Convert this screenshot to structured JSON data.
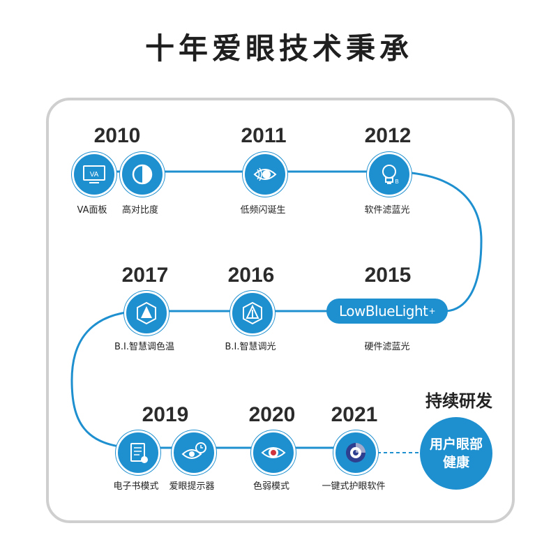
{
  "title": "十年爱眼技术秉承",
  "accent_color": "#1e8fcf",
  "milestones": [
    {
      "year": "2010",
      "features": [
        {
          "label": "VA面板",
          "icon": "monitor-va-icon",
          "icon_text": "VA"
        },
        {
          "label": "高对比度",
          "icon": "contrast-icon"
        }
      ]
    },
    {
      "year": "2011",
      "features": [
        {
          "label": "低频闪诞生",
          "icon": "flicker-eye-icon"
        }
      ]
    },
    {
      "year": "2012",
      "features": [
        {
          "label": "软件滤蓝光",
          "icon": "lightbulb-icon",
          "icon_text": "B"
        }
      ]
    },
    {
      "year": "2015",
      "features": [
        {
          "label": "硬件滤蓝光",
          "icon": "low-blue-light-badge",
          "badge_text": "LowBlueLight",
          "badge_sup": "+"
        }
      ]
    },
    {
      "year": "2016",
      "features": [
        {
          "label": "B.I.智慧调光",
          "icon": "smart-dimming-icon"
        }
      ]
    },
    {
      "year": "2017",
      "features": [
        {
          "label": "B.I.智慧调色温",
          "icon": "smart-color-temp-icon"
        }
      ]
    },
    {
      "year": "2019",
      "features": [
        {
          "label": "电子书模式",
          "icon": "ebook-icon"
        },
        {
          "label": "爱眼提示器",
          "icon": "eye-reminder-icon"
        }
      ]
    },
    {
      "year": "2020",
      "features": [
        {
          "label": "色弱模式",
          "icon": "color-weak-eye-icon"
        }
      ]
    },
    {
      "year": "2021",
      "features": [
        {
          "label": "一键式护眼软件",
          "icon": "one-click-eye-care-icon"
        }
      ]
    }
  ],
  "future": {
    "title": "持续研发",
    "circle_text": "用户眼部健康"
  }
}
